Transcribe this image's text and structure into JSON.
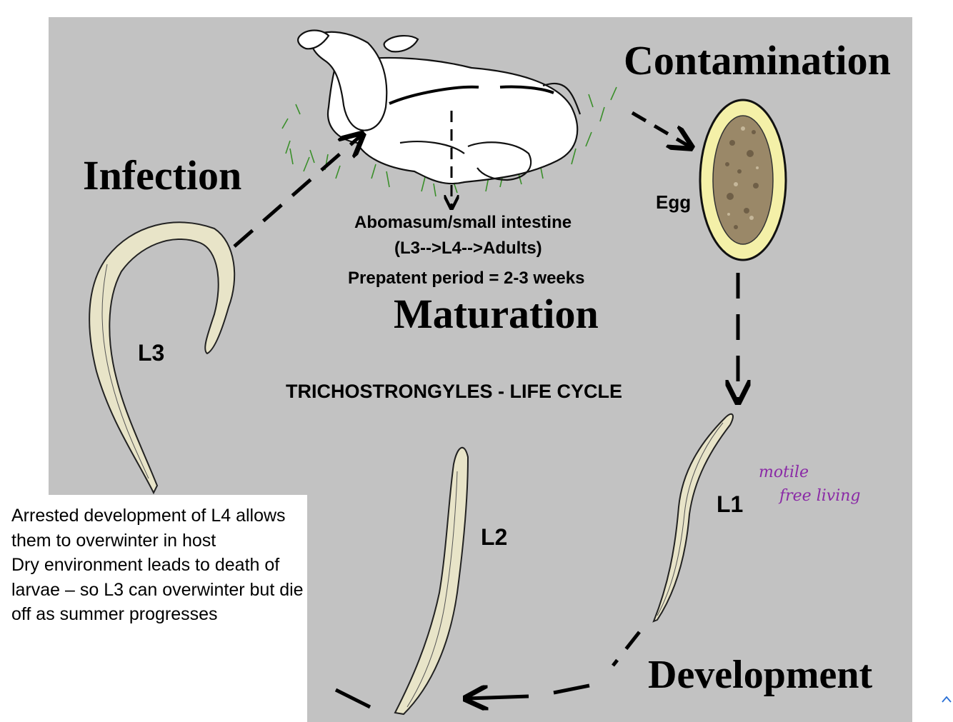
{
  "stages": {
    "contamination": "Contamination",
    "infection": "Infection",
    "maturation": "Maturation",
    "development": "Development"
  },
  "labels": {
    "egg": "Egg",
    "l1": "L1",
    "l2": "L2",
    "l3": "L3",
    "site_line1": "Abomasum/small intestine",
    "site_line2": "(L3-->L4-->Adults)",
    "prepatent": "Prepatent period = 2-3 weeks",
    "title": "TRICHOSTRONGYLES - LIFE CYCLE"
  },
  "note": {
    "text": "Arrested development of L4 allows them to overwinter in host\nDry environment leads to death of larvae – so L3 can overwinter but die off as summer progresses"
  },
  "handwriting": {
    "line1": "motile",
    "line2": "free living"
  },
  "colors": {
    "diagram_bg": "#c2c2c2",
    "egg_shell": "#f4f0a8",
    "larva_fill": "#e8e4c8",
    "grass": "#3a8f2a",
    "ink": "#8a2aa6",
    "accent": "#2a6fd6"
  }
}
